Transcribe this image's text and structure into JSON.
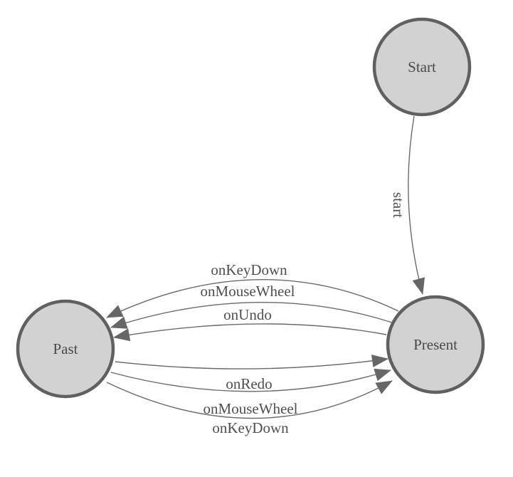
{
  "diagram": {
    "type": "state-machine",
    "colors": {
      "background": "#ffffff",
      "node_fill": "#d2d2d2",
      "node_stroke": "#606060",
      "edge_stroke": "#6a6a6a",
      "arrowhead_fill": "#666666",
      "label_text": "#4f4f4f"
    },
    "nodes": [
      {
        "id": "start",
        "label": "Start"
      },
      {
        "id": "present",
        "label": "Present"
      },
      {
        "id": "past",
        "label": "Past"
      }
    ],
    "edges": [
      {
        "id": "start-to-present",
        "label": "start",
        "from": "start",
        "to": "present"
      },
      {
        "id": "present-to-past-keydown",
        "label": "onKeyDown",
        "from": "present",
        "to": "past"
      },
      {
        "id": "present-to-past-mousewheel",
        "label": "onMouseWheel",
        "from": "present",
        "to": "past"
      },
      {
        "id": "present-to-past-undo",
        "label": "onUndo",
        "from": "present",
        "to": "past"
      },
      {
        "id": "past-to-present-redo",
        "label": "onRedo",
        "from": "past",
        "to": "present"
      },
      {
        "id": "past-to-present-mousewheel",
        "label": "onMouseWheel",
        "from": "past",
        "to": "present"
      },
      {
        "id": "past-to-present-keydown",
        "label": "onKeyDown",
        "from": "past",
        "to": "present"
      }
    ]
  }
}
